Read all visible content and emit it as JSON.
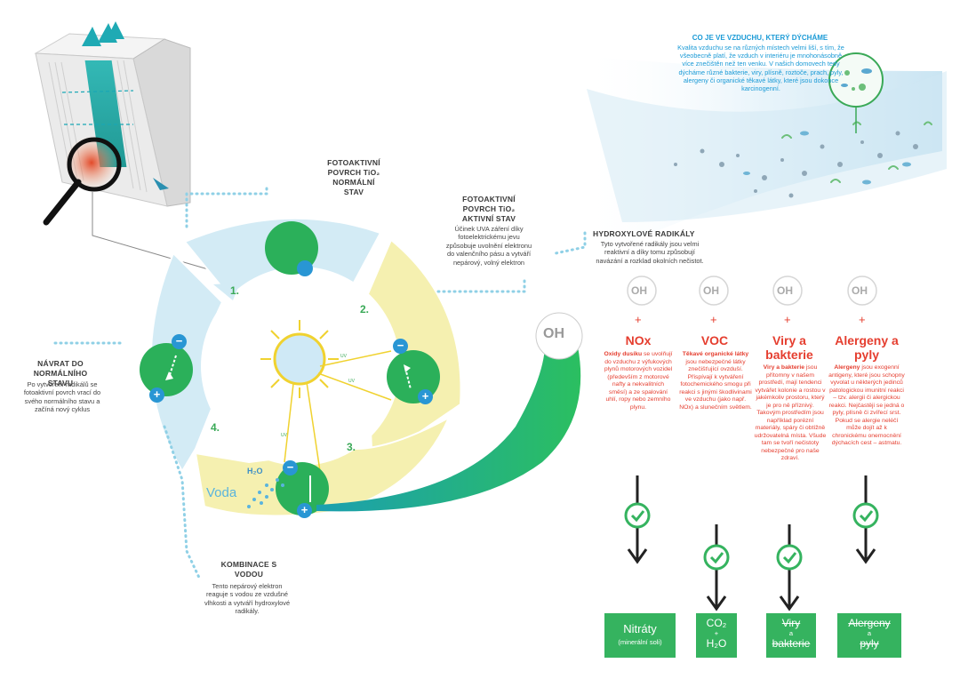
{
  "steps": {
    "s1": {
      "num": "1.",
      "title": "FOTOAKTIVNÍ POVRCH TiO₂ NORMÁLNÍ STAV"
    },
    "s2": {
      "num": "2.",
      "title": "FOTOAKTIVNÍ POVRCH TiO₂ AKTIVNÍ STAV",
      "text": "Účinek UVA záření díky fotoelektrickému jevu způsobuje uvolnění elektronu do valenčního pásu a vytváří nepárový, volný elektron"
    },
    "s3": {
      "num": "3.",
      "title": "KOMBINACE S VODOU",
      "text": "Tento nepárový elektron reaguje s vodou ze vzdušné vlhkosti a vytváří hydroxylové radikály."
    },
    "s4": {
      "num": "4.",
      "title": "NÁVRAT DO NORMÁLNÍHO STAVU",
      "text": "Po vytvoření radikálů se fotoaktivní povrch vrací do svého normálního stavu a začíná nový cyklus"
    }
  },
  "water": {
    "h2o": "H₂O",
    "label": "Voda"
  },
  "uv": "UV",
  "minus": "−",
  "plus": "+",
  "oh": "OH",
  "air": {
    "title": "CO JE VE VZDUCHU, KTERÝ DÝCHÁME",
    "text": "Kvalita vzduchu se na různých místech velmi liší, s tím, že všeobecně platí, že vzduch v interiéru je mnohonásobně více znečištěn než ten venku. V našich domovech tedy dýcháme různé bakterie, viry, plísně, roztoče, prach, pyly, alergeny či organické těkavé látky, které jsou dokonce karcinogenní."
  },
  "radicals": {
    "title": "HYDROXYLOVÉ RADIKÁLY",
    "text": "Tyto vytvořené radikály jsou velmi reaktivní a díky tomu způsobují navázání a rozklad okolních nečistot."
  },
  "pollutants": [
    {
      "name": "NOx",
      "bold": "Oxidy dusíku",
      "text": "se uvolňují do vzduchu z výfukových plynů motorových vozidel (především z motorové nafty a nekvalitních směsí) a ze spalování uhlí, ropy nebo zemního plynu.",
      "result_line1": "Nitráty",
      "result_line2": "(minerální soli)"
    },
    {
      "name": "VOC",
      "bold": "Těkavé organické látky",
      "text": "jsou nebezpečné látky znečišťující ovzduší. Přispívají k vytváření fotochemického smogu při reakci s jinými škodlivinami ve vzduchu (jako např. NOx) a slunečním světlem.",
      "result_line1": "CO₂",
      "result_mid": "+",
      "result_line2": "H₂O"
    },
    {
      "name": "Viry a bakterie",
      "bold": "Viry a bakterie",
      "text": "jsou přítomny v našem prostředí, mají tendenci vytvářet kolonie a rostou v jakémkoliv prostoru, který je pro ně příznivý. Takovým prostředím jsou například porézní materiály, spáry či obtížně udržovatelná místa. Všude tam se tvoří nečistoty nebezpečné pro naše zdraví.",
      "result_line1": "Viry",
      "result_mid": "a",
      "result_line2": "bakterie"
    },
    {
      "name": "Alergeny a pyly",
      "bold": "Alergeny",
      "text": "jsou exogenní antigeny, které jsou schopny vyvolat u některých jedinců patologickou imunitní reakci – tzv. alergii či alergickou reakci. Nejčastěji se jedná o pyly, plísně či zvířecí srst. Pokud se alergie neléčí může dojít až k chronickému onemocnění dýchacích cest – astmatu.",
      "result_line1": "Alergeny",
      "result_mid": "a",
      "result_line2": "pyly"
    }
  ],
  "colors": {
    "green": "#35b35f",
    "teal": "#22a8a0",
    "blue": "#1a9ad6",
    "red": "#e53e2f",
    "lightblue": "#d3ebf5",
    "yellow": "#f5f0b0"
  }
}
